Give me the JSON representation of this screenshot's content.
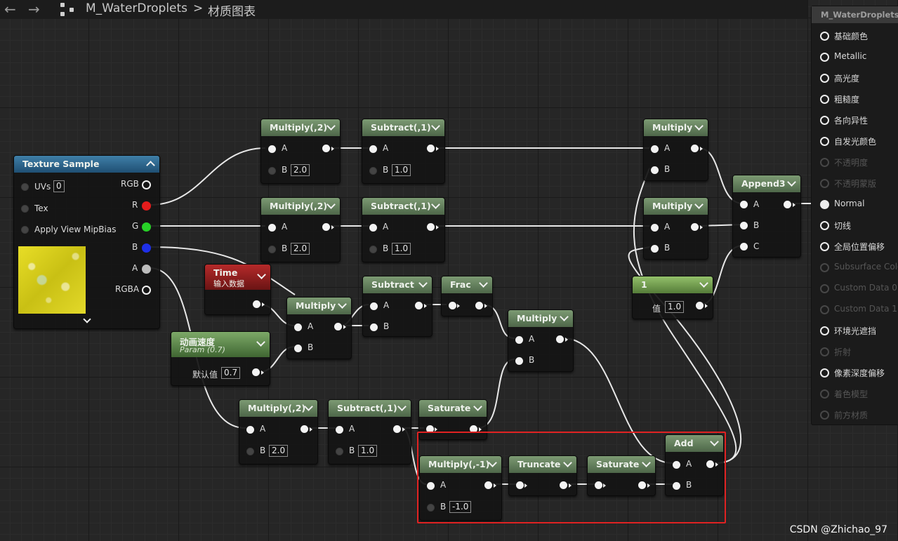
{
  "toolbar": {
    "back_icon": "←",
    "forward_icon": "→",
    "breadcrumb": [
      "M_WaterDroplets",
      ">",
      "材质图表"
    ]
  },
  "nodes": {
    "texture_sample": {
      "title": "Texture Sample",
      "inputs": {
        "uvs": "UVs",
        "uvs_value": "0",
        "tex": "Tex",
        "mip": "Apply View MipBias"
      },
      "outputs": {
        "rgb": "RGB",
        "r": "R",
        "g": "G",
        "b": "B",
        "a": "A",
        "rgba": "RGBA"
      },
      "colors": {
        "r": "#e41c1c",
        "g": "#27d127",
        "b": "#1e2fe8"
      }
    },
    "mul_r": {
      "title": "Multiply(,2)",
      "a": "A",
      "b": "B",
      "b_value": "2.0"
    },
    "sub_r": {
      "title": "Subtract(,1)",
      "a": "A",
      "b": "B",
      "b_value": "1.0"
    },
    "mul_g": {
      "title": "Multiply(,2)",
      "a": "A",
      "b": "B",
      "b_value": "2.0"
    },
    "sub_g": {
      "title": "Subtract(,1)",
      "a": "A",
      "b": "B",
      "b_value": "1.0"
    },
    "time": {
      "title": "Time",
      "subtitle": "输入数据"
    },
    "anim_speed": {
      "title": "动画速度",
      "subtitle": "Param (0.7)",
      "default_label": "默认值",
      "default_value": "0.7"
    },
    "mul_time": {
      "title": "Multiply",
      "a": "A",
      "b": "B"
    },
    "subtract": {
      "title": "Subtract",
      "a": "A",
      "b": "B"
    },
    "frac": {
      "title": "Frac"
    },
    "mul_mid": {
      "title": "Multiply",
      "a": "A",
      "b": "B"
    },
    "mul_a": {
      "title": "Multiply(,2)",
      "a": "A",
      "b": "B",
      "b_value": "2.0"
    },
    "sub_a": {
      "title": "Subtract(,1)",
      "a": "A",
      "b": "B",
      "b_value": "1.0"
    },
    "saturate_top": {
      "title": "Saturate"
    },
    "mul_neg": {
      "title": "Multiply(,-1)",
      "a": "A",
      "b": "B",
      "b_value": "-1.0"
    },
    "truncate": {
      "title": "Truncate"
    },
    "saturate_bot": {
      "title": "Saturate"
    },
    "add": {
      "title": "Add",
      "a": "A",
      "b": "B"
    },
    "mul_right1": {
      "title": "Multiply",
      "a": "A",
      "b": "B"
    },
    "mul_right2": {
      "title": "Multiply",
      "a": "A",
      "b": "B"
    },
    "const1": {
      "title": "1",
      "value_label": "值",
      "value": "1.0"
    },
    "append3": {
      "title": "Append3",
      "a": "A",
      "b": "B",
      "c": "C"
    }
  },
  "result": {
    "title": "M_WaterDroplets",
    "pins": [
      {
        "label": "基础颜色",
        "enabled": true
      },
      {
        "label": "Metallic",
        "enabled": true
      },
      {
        "label": "高光度",
        "enabled": true
      },
      {
        "label": "粗糙度",
        "enabled": true
      },
      {
        "label": "各向异性",
        "enabled": true
      },
      {
        "label": "自发光颜色",
        "enabled": true
      },
      {
        "label": "不透明度",
        "enabled": false
      },
      {
        "label": "不透明蒙版",
        "enabled": false
      },
      {
        "label": "Normal",
        "enabled": true,
        "connected": true
      },
      {
        "label": "切线",
        "enabled": true
      },
      {
        "label": "全局位置偏移",
        "enabled": true
      },
      {
        "label": "Subsurface Color",
        "enabled": false
      },
      {
        "label": "Custom Data 0",
        "enabled": false
      },
      {
        "label": "Custom Data 1",
        "enabled": false
      },
      {
        "label": "环境光遮挡",
        "enabled": true
      },
      {
        "label": "折射",
        "enabled": false
      },
      {
        "label": "像素深度偏移",
        "enabled": true
      },
      {
        "label": "着色模型",
        "enabled": false
      },
      {
        "label": "前方材质",
        "enabled": false
      }
    ]
  },
  "watermark": "CSDN @Zhichao_97",
  "highlight_color": "#e02222"
}
